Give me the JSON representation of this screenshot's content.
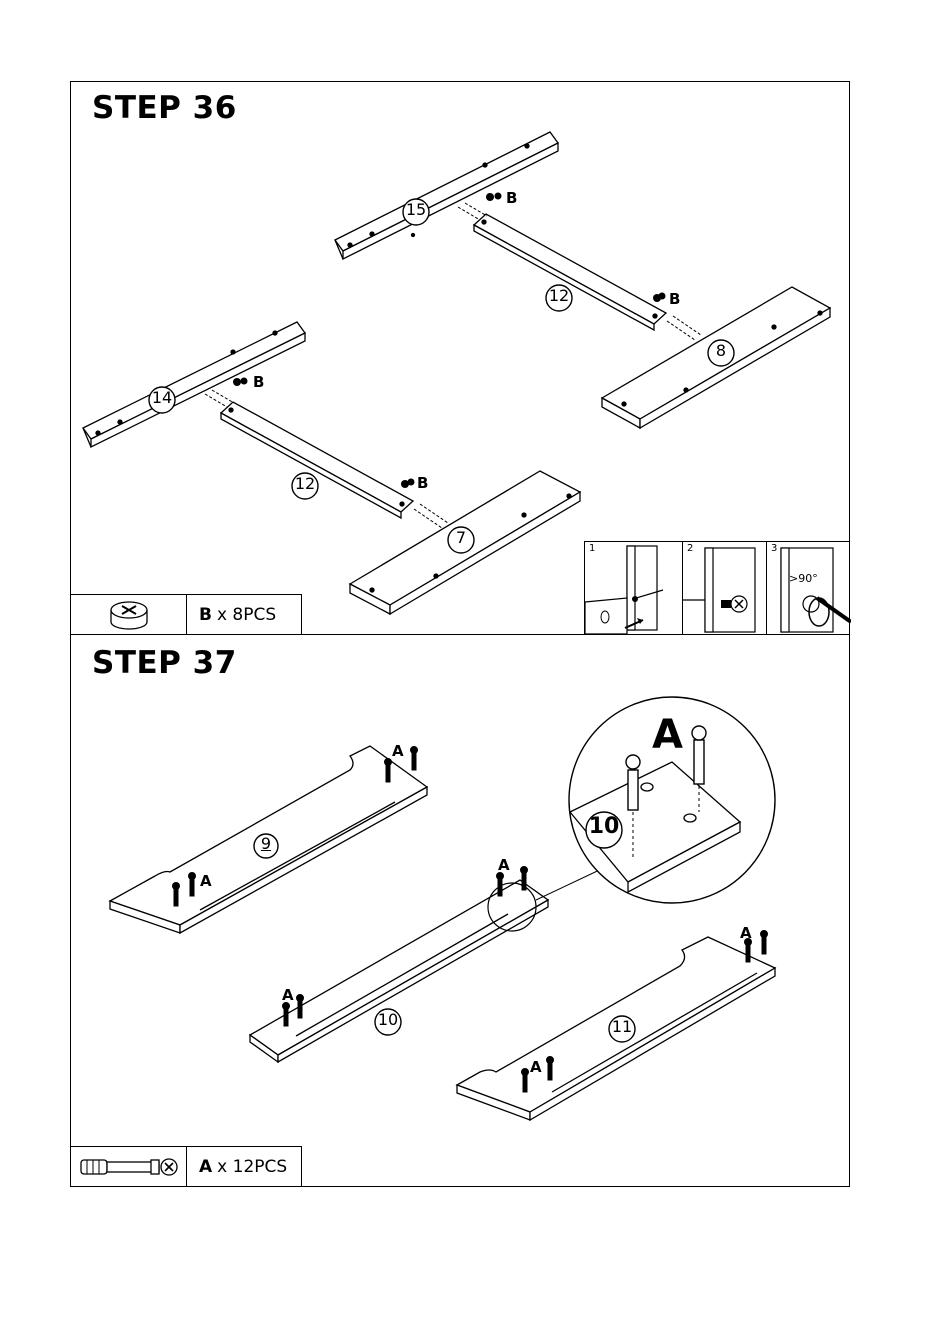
{
  "step36": {
    "title": "STEP 36",
    "hardware": {
      "code": "B",
      "quantity": "x 8PCS"
    },
    "labels": {
      "b": "B"
    },
    "parts": [
      "15",
      "12",
      "8",
      "14",
      "12",
      "7"
    ],
    "detail_steps": [
      "1",
      "2",
      "3"
    ],
    "angle": ">90°"
  },
  "step37": {
    "title": "STEP 37",
    "hardware": {
      "code": "A",
      "quantity": "x 12PCS"
    },
    "labels": {
      "a": "A"
    },
    "parts": [
      "9",
      "10",
      "11"
    ],
    "zoom": {
      "label": "A",
      "part": "10"
    }
  }
}
